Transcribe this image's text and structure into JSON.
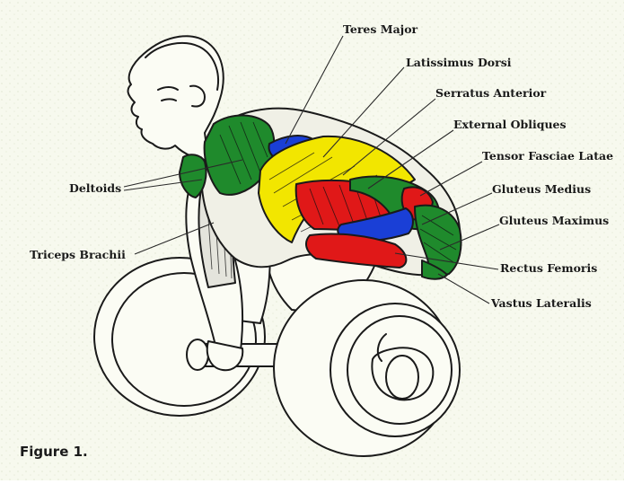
{
  "figure": {
    "caption": "Figure 1.",
    "colors": {
      "background": "#f7f9ee",
      "green": "#1f8a2c",
      "yellow": "#f2e600",
      "red": "#e01818",
      "blue": "#1a3fd6",
      "outline": "#1a1a1a"
    },
    "labels": {
      "teres_major": "Teres Major",
      "latissimus_dorsi": "Latissimus Dorsi",
      "serratus_anterior": "Serratus Anterior",
      "external_obliques": "External Obliques",
      "tensor_fasciae_latae": "Tensor Fasciae Latae",
      "gluteus_medius": "Gluteus Medius",
      "gluteus_maximus": "Gluteus Maximus",
      "rectus_femoris": "Rectus Femoris",
      "vastus_lateralis": "Vastus Lateralis",
      "deltoids": "Deltoids",
      "triceps_brachii": "Triceps Brachii"
    }
  }
}
